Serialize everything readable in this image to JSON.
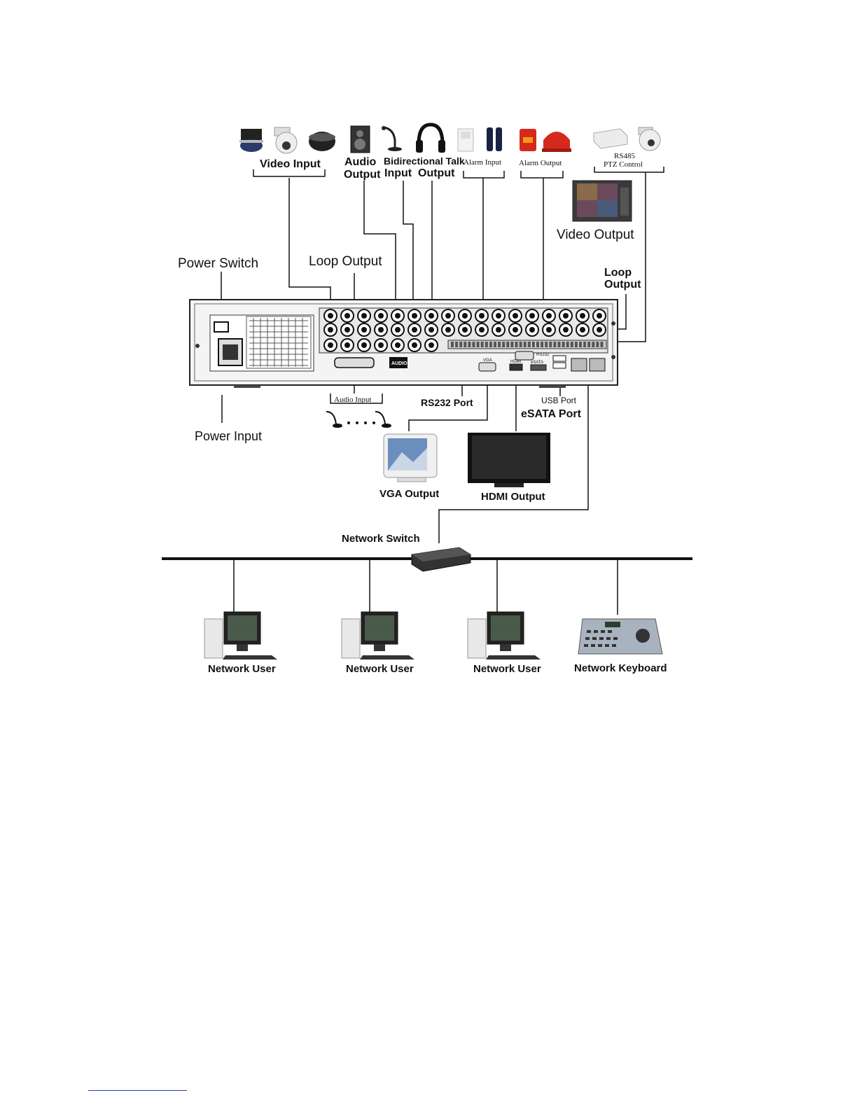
{
  "labels": {
    "video_input": "Video Input",
    "audio": "Audio",
    "audio_output": "Output",
    "bidirectional_talk": "Bidirectional Talk",
    "talk_input": "Input",
    "talk_output": "Output",
    "alarm_input": "Alarm Input",
    "alarm_output": "Alarm Output",
    "rs485": "RS485",
    "ptz_control": "PTZ Control",
    "video_output": "Video Output",
    "power_switch": "Power Switch",
    "loop_output": "Loop Output",
    "loop_output_right_1": "Loop",
    "loop_output_right_2": "Output",
    "audio_input": "Audio Input",
    "rs232_port": "RS232 Port",
    "usb_port": "USB Port",
    "esata_port": "eSATA Port",
    "power_input": "Power Input",
    "vga_output": "VGA Output",
    "hdmi_output": "HDMI Output",
    "network_switch": "Network Switch",
    "network_user_1": "Network User",
    "network_user_2": "Network User",
    "network_user_3": "Network User",
    "network_keyboard": "Network Keyboard"
  },
  "panel": {
    "audio_tag": "AUDIO",
    "vga_tag": "VGA",
    "hdmi_tag": "HDMI",
    "esata_tag": "eSATA",
    "rs232_tag": "RS232"
  },
  "colors": {
    "line": "#111111",
    "panel_fill": "#f4f4f4",
    "alarm_red": "#d42a1e",
    "footer_link": "#2a3fb0"
  }
}
